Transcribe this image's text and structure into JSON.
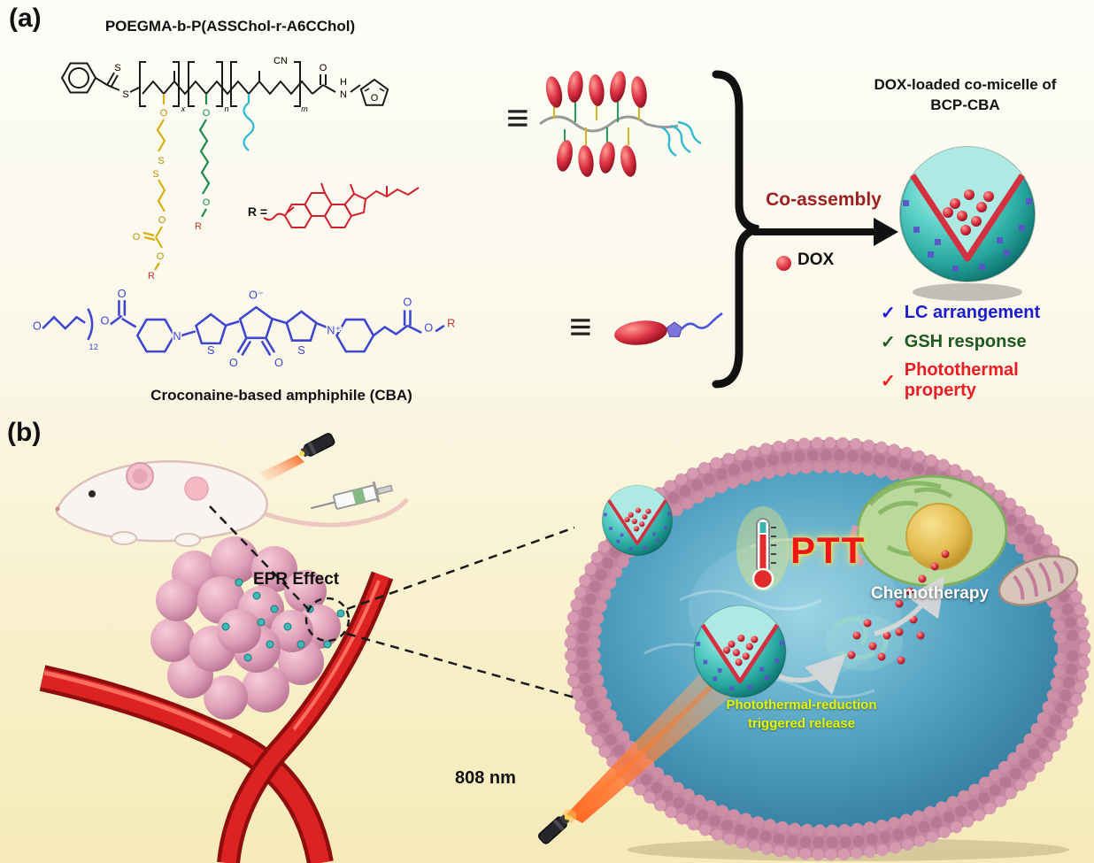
{
  "figure": {
    "panel_a_label": "(a)",
    "panel_b_label": "(b)"
  },
  "panel_a": {
    "polymer_title": "POEGMA-b-P(ASSChol-r-A6CChol)",
    "equiv": "≡",
    "co_assembly": "Co-assembly",
    "dox": "DOX",
    "micelle_title_1": "DOX-loaded co-micelle of",
    "micelle_title_2": "BCP-CBA",
    "features": [
      {
        "check": "✓",
        "label": "LC arrangement",
        "color": "#1b1bd0"
      },
      {
        "check": "✓",
        "label": "GSH response",
        "color": "#1d5a22"
      },
      {
        "check": "✓",
        "label": "Photothermal property",
        "color": "#ee1c24"
      }
    ],
    "cba_caption": "Croconaine-based amphiphile (CBA)",
    "atoms": {
      "O": "O",
      "S": "S",
      "N": "N",
      "H": "H",
      "CN": "CN",
      "R": "R",
      "R_eq": "R =",
      "O_minus": "O⁻",
      "N_plus": "N⁺",
      "sub_12": "12",
      "sub_x": "x",
      "sub_n": "n",
      "sub_m": "m"
    }
  },
  "panel_b": {
    "epr": "EPR Effect",
    "ptt": "PTT",
    "chemotherapy": "Chemotherapy",
    "release_1": "Photothermal-reduction",
    "release_2": "triggered release",
    "laser": "808 nm"
  },
  "colors": {
    "micelle_teal": "#2aa8a0",
    "dox_red": "#dd3344",
    "membrane_pink": "#c4879f",
    "co_assembly_red": "#9c2020",
    "lc_blue": "#1b1bd0",
    "gsh_green": "#1d5a22",
    "photothermal_red": "#ee1c24",
    "release_yellow": "#e3f602",
    "beam_orange": "#ff5a14"
  }
}
